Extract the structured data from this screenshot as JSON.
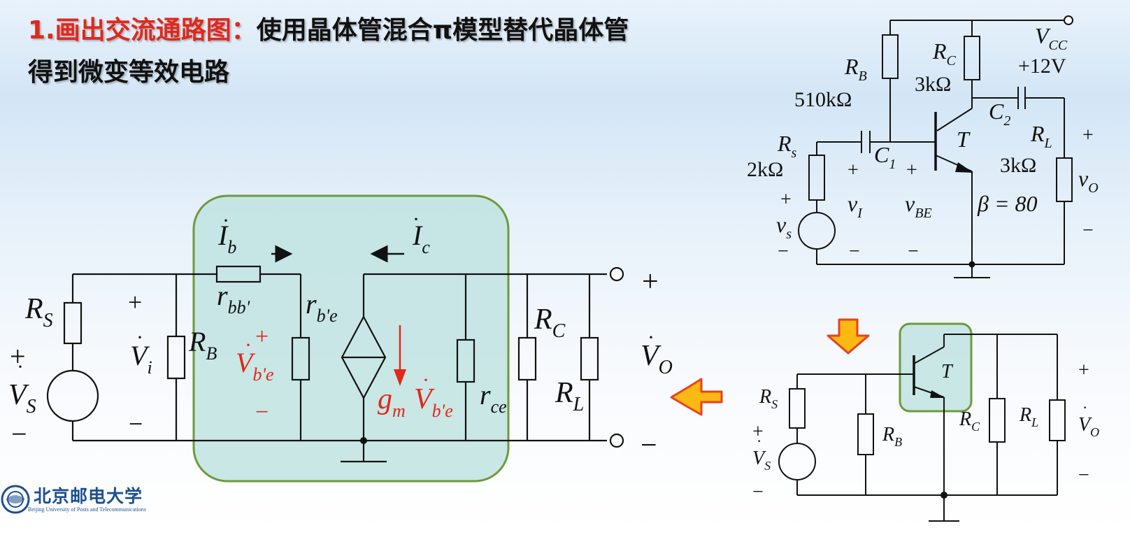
{
  "title": {
    "highlight": "1.画出交流通路图：",
    "rest": "使用晶体管混合π模型替代晶体管",
    "line2": "得到微变等效电路"
  },
  "logo": {
    "name": "北京邮电大学",
    "subtitle": "Beijing University of Posts and Telecommunications"
  },
  "equiv_circuit": {
    "RS": "R",
    "RS_sub": "S",
    "VS": "V",
    "VS_sub": "S",
    "Vi": "V",
    "Vi_sub": "i",
    "RB": "R",
    "RB_sub": "B",
    "Ib": "I",
    "Ib_sub": "b",
    "Ic": "I",
    "Ic_sub": "c",
    "rbb": "r",
    "rbb_sub": "bb'",
    "rbe": "r",
    "rbe_sub": "b'e",
    "Vbe": "V",
    "Vbe_sub": "b'e",
    "gm": "g",
    "gm_sub": "m",
    "gmV": "V",
    "gmV_sub": "b'e",
    "rce": "r",
    "rce_sub": "ce",
    "RC": "R",
    "RC_sub": "C",
    "RL": "R",
    "RL_sub": "L",
    "VO": "V",
    "VO_sub": "O",
    "plus": "+",
    "minus": "−"
  },
  "original_circuit": {
    "RB": "R",
    "RB_sub": "B",
    "RB_val": "510kΩ",
    "RC": "R",
    "RC_sub": "C",
    "RC_val": "3kΩ",
    "VCC": "V",
    "VCC_sub": "CC",
    "VCC_val": "+12V",
    "C2": "C",
    "C2_sub": "2",
    "Rs": "R",
    "Rs_sub": "s",
    "Rs_val": "2kΩ",
    "C1": "C",
    "C1_sub": "1",
    "T": "T",
    "RL": "R",
    "RL_sub": "L",
    "RL_val": "3kΩ",
    "vO": "v",
    "vO_sub": "O",
    "vs": "v",
    "vs_sub": "s",
    "vI": "v",
    "vI_sub": "I",
    "vBE": "v",
    "vBE_sub": "BE",
    "beta": "β = 80",
    "plus": "+",
    "minus": "−"
  },
  "ac_circuit": {
    "RS": "R",
    "RS_sub": "S",
    "VS": "V",
    "VS_sub": "S",
    "RB": "R",
    "RB_sub": "B",
    "T": "T",
    "RC": "R",
    "RC_sub": "C",
    "RL": "R",
    "RL_sub": "L",
    "VO": "V",
    "VO_sub": "O",
    "plus": "+",
    "minus": "−"
  },
  "colors": {
    "accent_red": "#e2271b",
    "box_fill": "#bfe3e0",
    "box_stroke": "#6e9a3c",
    "arrow_fill": "#fcb813",
    "arrow_stroke": "#e8411f"
  }
}
